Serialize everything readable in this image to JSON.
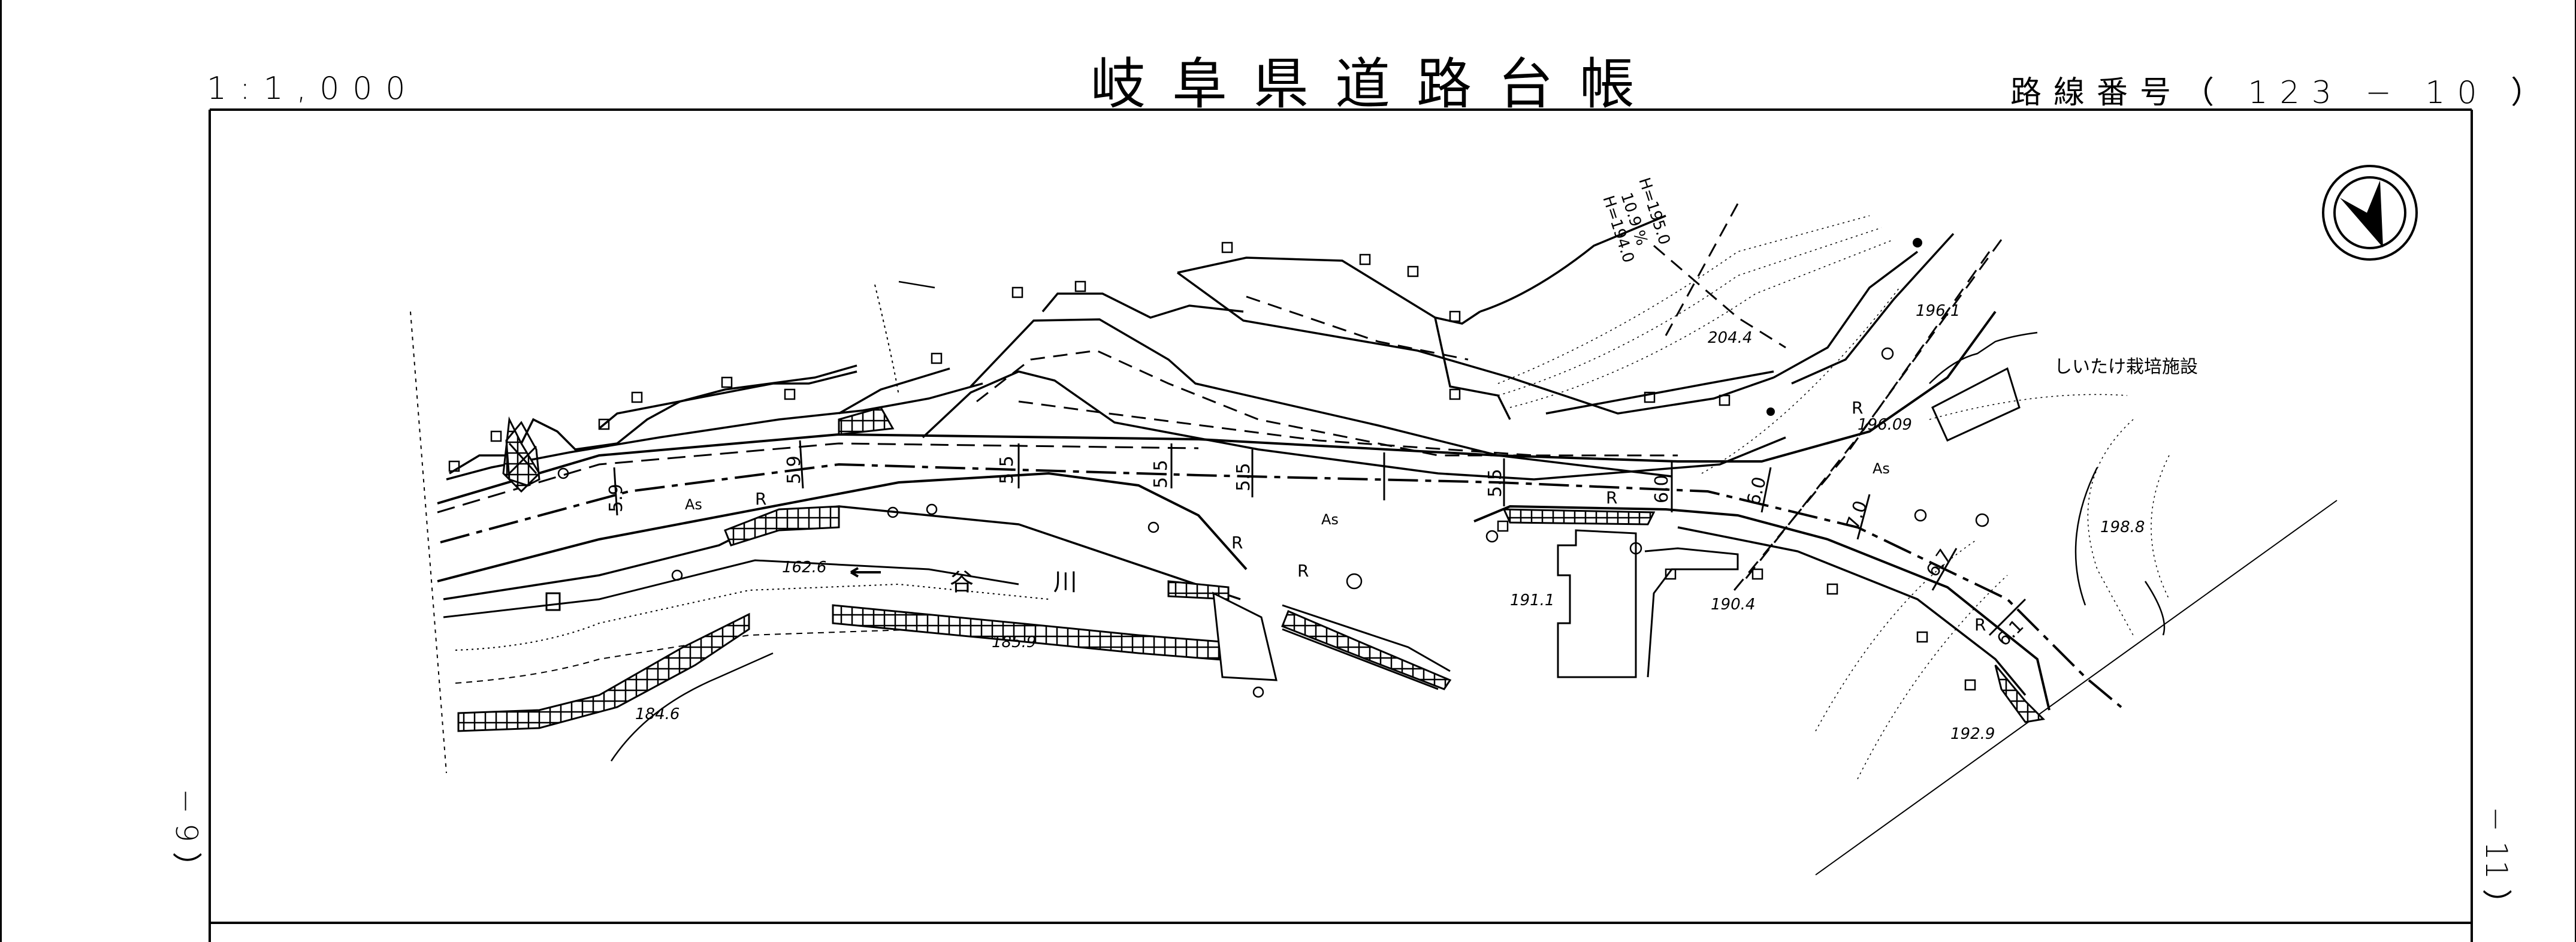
{
  "header": {
    "scale": "1:1,000",
    "title": "岐阜県道路台帳",
    "route_number": "路線番号（ 123 − 10 ）"
  },
  "adjacent_sheets": {
    "left": "− 9 ）",
    "right": "− 11 ）"
  },
  "north_arrow": {
    "icon": "north-arrow-icon"
  },
  "map": {
    "surface_labels": [
      "As",
      "As",
      "As"
    ],
    "guardrail_labels": [
      "R",
      "R",
      "R",
      "R",
      "R",
      "R"
    ],
    "road_widths": [
      "5.9",
      "5.9",
      "5.5",
      "5.5",
      "5.5",
      "5.5",
      "6.0",
      "6.0",
      "7.0",
      "6.7",
      "6.1"
    ],
    "elevations": {
      "e1": "204.4",
      "e2": "196.1",
      "e3": "196.09",
      "e4": "198.8",
      "e5": "162.6",
      "e6": "185.9",
      "e7": "184.6",
      "e8": "191.1",
      "e9": "190.4",
      "e10": "192.9"
    },
    "contour_labels": {
      "h1": "H=194.0",
      "h2": "H=195.0",
      "slope": "10.9 %"
    },
    "river_name": "谷 川",
    "facility_label": "しいたけ栽培施設"
  }
}
